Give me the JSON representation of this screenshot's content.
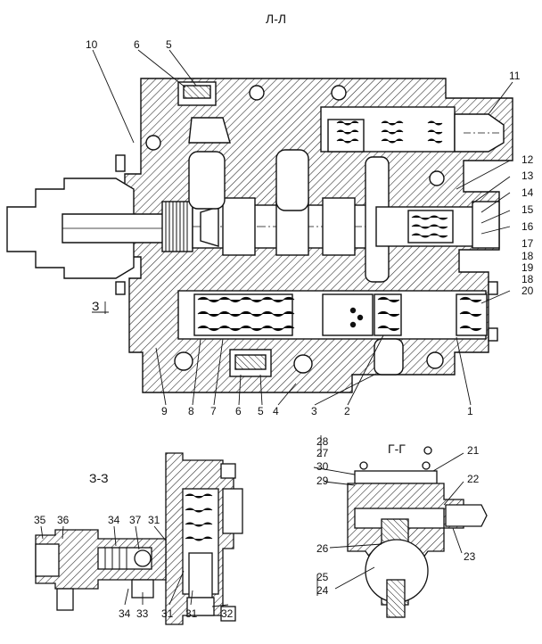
{
  "views": {
    "main": {
      "title": "Л-Л"
    },
    "section_3": {
      "title": "З-З",
      "marker": "З"
    },
    "section_g": {
      "title": "Г-Г"
    }
  },
  "callouts": {
    "c10": "10",
    "c6a": "6",
    "c5a": "5",
    "c11": "11",
    "c12": "12",
    "c13": "13",
    "c14": "14",
    "c15": "15",
    "c16": "16",
    "c17": "17",
    "c18a": "18",
    "c19": "19",
    "c18b": "18",
    "c20": "20",
    "c9": "9",
    "c8": "8",
    "c7": "7",
    "c6b": "6",
    "c5b": "5",
    "c4": "4",
    "c3": "3",
    "c2": "2",
    "c1": "1",
    "c35": "35",
    "c36": "36",
    "c34a": "34",
    "c37": "37",
    "c31a": "31",
    "c34b": "34",
    "c33": "33",
    "c31b": "31",
    "c31c": "31",
    "c32": "32",
    "c28": "28",
    "c27": "27",
    "c30": "30",
    "c29": "29",
    "c21": "21",
    "c22": "22",
    "c26": "26",
    "c23": "23",
    "c25": "25",
    "c24": "24"
  }
}
